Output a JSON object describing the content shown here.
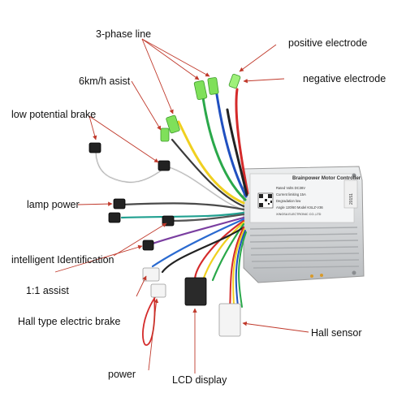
{
  "labels": {
    "three_phase_line": "3-phase line",
    "positive_electrode": "positive electrode",
    "negative_electrode": "negative electrode",
    "six_kmh_asist": "6km/h asist",
    "low_potential_brake": "low potential brake",
    "lamp_power": "lamp power",
    "intelligent_identification": "intelligent Identification",
    "one_to_one_assist": "1:1 assist",
    "hall_type_electric_brake": "Hall type electric brake",
    "power": "power",
    "lcd_display": "LCD display",
    "hall_sensor": "Hall sensor"
  },
  "controller": {
    "title": "Brainpower Motor Controller",
    "spec_lines": [
      "Rated Volts DC36V",
      "Current limiting 15A",
      "Degradation low",
      "Angle 120/60  Model KSLZ-V36",
      "XINGSA ELECTRONIC CO.,LTD"
    ],
    "side_code": "20151"
  },
  "colors": {
    "callout_arrow": "#c0392b",
    "housing": "#d4d6d8",
    "connector_green": "#7fe05a",
    "wire_yellow": "#f0d020",
    "wire_green": "#2aa84a",
    "wire_blue": "#2050c0",
    "wire_red": "#d42a2a",
    "wire_black": "#222222"
  }
}
